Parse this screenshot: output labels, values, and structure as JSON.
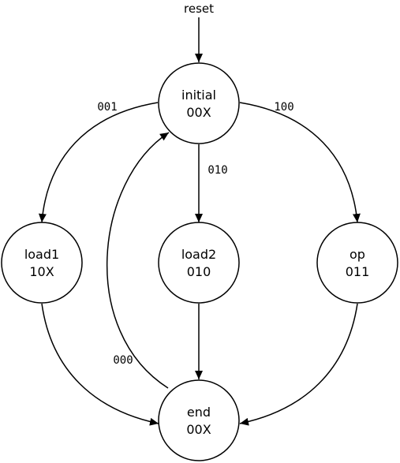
{
  "reset_label": "reset",
  "states": {
    "initial": {
      "name": "initial",
      "output": "00X"
    },
    "load1": {
      "name": "load1",
      "output": "10X"
    },
    "load2": {
      "name": "load2",
      "output": "010"
    },
    "op": {
      "name": "op",
      "output": "011"
    },
    "end": {
      "name": "end",
      "output": "00X"
    }
  },
  "transitions": {
    "initial_to_load1": "001",
    "initial_to_load2": "010",
    "initial_to_op": "100",
    "end_to_initial": "000"
  },
  "colors": {
    "stroke": "#000000",
    "background": "#ffffff"
  }
}
